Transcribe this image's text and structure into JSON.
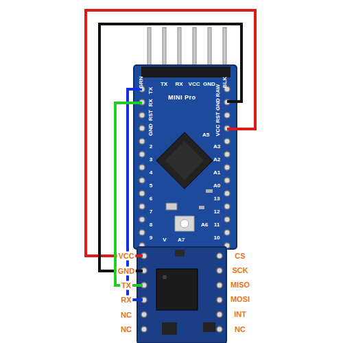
{
  "diagram": {
    "nodes": [
      {
        "text": [
          "MINI Pro"
        ]
      }
    ],
    "labels": [
      "GRN",
      "TX",
      "RX",
      "VCC",
      "GND",
      "BLK",
      "GND",
      "RST",
      "RX",
      "TX",
      "RAW",
      "GND",
      "RST",
      "VCC",
      "A5",
      "2",
      "3",
      "4",
      "5",
      "6",
      "7",
      "8",
      "9",
      "A3",
      "A2",
      "A1",
      "A0",
      "13",
      "12",
      "11",
      "10",
      "A6",
      "V",
      "A7",
      "VCC",
      "GND",
      "TX",
      "RX",
      "NC",
      "NC",
      "CS",
      "SCK",
      "MISO",
      "MOSI",
      "INT",
      "NC"
    ]
  }
}
